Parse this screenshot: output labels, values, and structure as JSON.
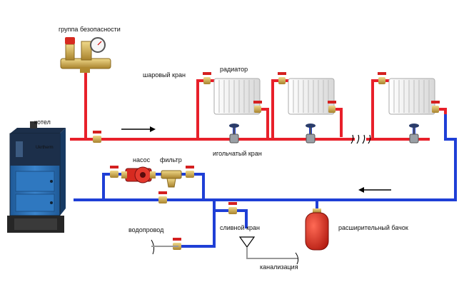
{
  "labels": {
    "safety_group": "группа безопасности",
    "ball_valve": "шаровый кран",
    "radiator": "радиатор",
    "boiler": "котел",
    "needle_valve": "игольчатый кран",
    "pump": "насос",
    "filter": "фильтр",
    "water_supply": "водопровод",
    "drain_valve": "сливной кран",
    "expansion_tank": "расширительный бачок",
    "sewer": "канализация"
  },
  "boiler_brand": "Ukrtherm",
  "colors": {
    "supply": "#e8202a",
    "return": "#1f3fd6",
    "boiler_body": "#2b6fb5",
    "boiler_dark": "#1c2f4a",
    "valve_handle": "#d42020",
    "brass": "#c9a640",
    "radiator": "#f4f4f4",
    "tank": "#d7281c"
  },
  "icons": {
    "flow_arrow_supply": "arrow-right-icon",
    "flow_arrow_return": "arrow-left-icon"
  }
}
